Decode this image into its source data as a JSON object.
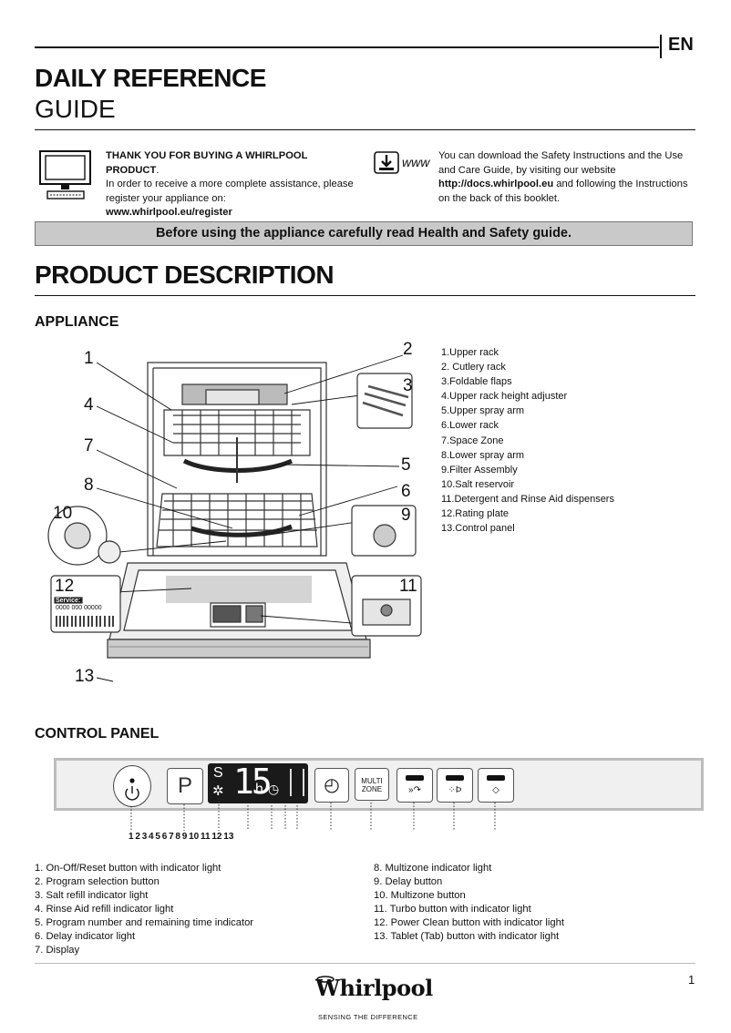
{
  "header": {
    "lang": "EN",
    "title_line1": "DAILY REFERENCE",
    "title_line2": "GUIDE"
  },
  "intro": {
    "left_bold": "THANK YOU FOR BUYING A WHIRLPOOL PRODUCT",
    "left_period": ".",
    "left_line2": "In order to receive a more complete assistance, please",
    "left_line3": "register your appliance on:",
    "left_link": "www.whirlpool.eu/register",
    "www_icon_text": "www",
    "right_line1": "You can download the Safety Instructions and the Use",
    "right_line2": "and Care Guide, by visiting our website",
    "right_link": "http://docs.whirlpool.eu",
    "right_line3_rest": " and following the Instructions",
    "right_line4": "on the back of this booklet."
  },
  "banner": "Before using the appliance carefully read Health and Safety guide.",
  "product_title": "PRODUCT DESCRIPTION",
  "appliance": {
    "heading": "APPLIANCE",
    "callouts": [
      "1",
      "2",
      "3",
      "4",
      "5",
      "6",
      "7",
      "8",
      "9",
      "10",
      "11",
      "12",
      "13"
    ],
    "label_service": "Service:",
    "label_code": "0000 000 00000",
    "parts": [
      "1.Upper rack",
      "2. Cutlery rack",
      "3.Foldable flaps",
      "4.Upper rack height adjuster",
      "5.Upper spray arm",
      "6.Lower rack",
      "7.Space Zone",
      "8.Lower spray arm",
      "9.Filter Assembly",
      "10.Salt reservoir",
      "11.Detergent and Rinse Aid dispensers",
      "12.Rating plate",
      "13.Control panel"
    ]
  },
  "control_panel": {
    "heading": "CONTROL PANEL",
    "prog_label": "P",
    "display_s": "S",
    "display_digits": "15",
    "display_h": "h",
    "multizone_line1": "MULTI",
    "multizone_line2": "ZONE",
    "numbers": [
      "1",
      "2",
      "3",
      "4",
      "5",
      "6",
      "7",
      "8",
      "9",
      "10",
      "11",
      "12",
      "13"
    ],
    "legend_left": [
      "1. On-Off/Reset button with indicator light",
      "2. Program selection button",
      "3. Salt refill indicator light",
      "4. Rinse Aid refill indicator light",
      "5. Program number and remaining time indicator",
      "6. Delay indicator light",
      "7. Display"
    ],
    "legend_right": [
      "8. Multizone indicator light",
      "9. Delay button",
      "10. Multizone button",
      "11. Turbo button with indicator light",
      "12. Power Clean button with indicator light",
      "13. Tablet (Tab) button with indicator light"
    ]
  },
  "footer": {
    "page_number": "1",
    "brand": "Whirlpool",
    "tagline": "SENSING THE DIFFERENCE"
  }
}
